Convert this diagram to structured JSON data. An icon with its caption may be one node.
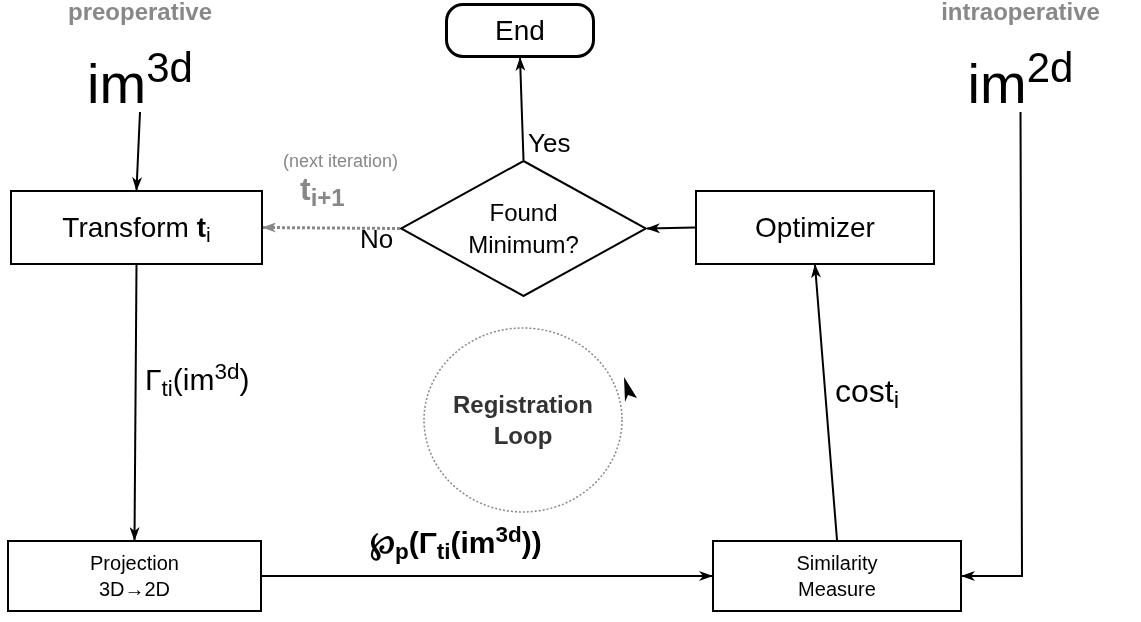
{
  "diagram": {
    "nodes": [
      {
        "text": [
          "preoperative",
          "im$^{3d}$"
        ]
      },
      {
        "text": [
          "End"
        ]
      },
      {
        "text": [
          "intraoperative",
          "im$^{2d}$"
        ]
      },
      {
        "text": [
          "Transform **t**$_{i}$"
        ]
      },
      {
        "text": [
          "Found Minimum?"
        ]
      },
      {
        "text": [
          "Optimizer"
        ]
      },
      {
        "text": [
          "Registration Loop"
        ]
      },
      {
        "text": [
          "Projection 3D→2D"
        ]
      },
      {
        "text": [
          "Similarity Measure"
        ]
      }
    ],
    "edges": [
      {
        "from": 0,
        "to": 3,
        "arrow": "to"
      },
      {
        "from": 4,
        "to": 1,
        "arrow": "to",
        "label": "Yes"
      },
      {
        "from": 4,
        "to": 3,
        "arrow": "to",
        "label": "**t**$_{i+1}$",
        "style": "dashed",
        "color": "#888888"
      },
      {
        "from": 5,
        "to": 4,
        "arrow": "to"
      },
      {
        "from": 3,
        "to": 7,
        "arrow": "to",
        "label": "Γ$_{ti}$(im$^{3d}$)"
      },
      {
        "from": 7,
        "to": 8,
        "arrow": "to",
        "label": "℘$_{p}$(Γ$_{ti}$(im$^{3d}$))"
      },
      {
        "from": 8,
        "to": 5,
        "arrow": "to",
        "label": "cost$_{i}$"
      },
      {
        "from": 2,
        "to": 8,
        "arrow": "to"
      }
    ],
    "labels": [
      "(next iteration)",
      "No"
    ]
  }
}
